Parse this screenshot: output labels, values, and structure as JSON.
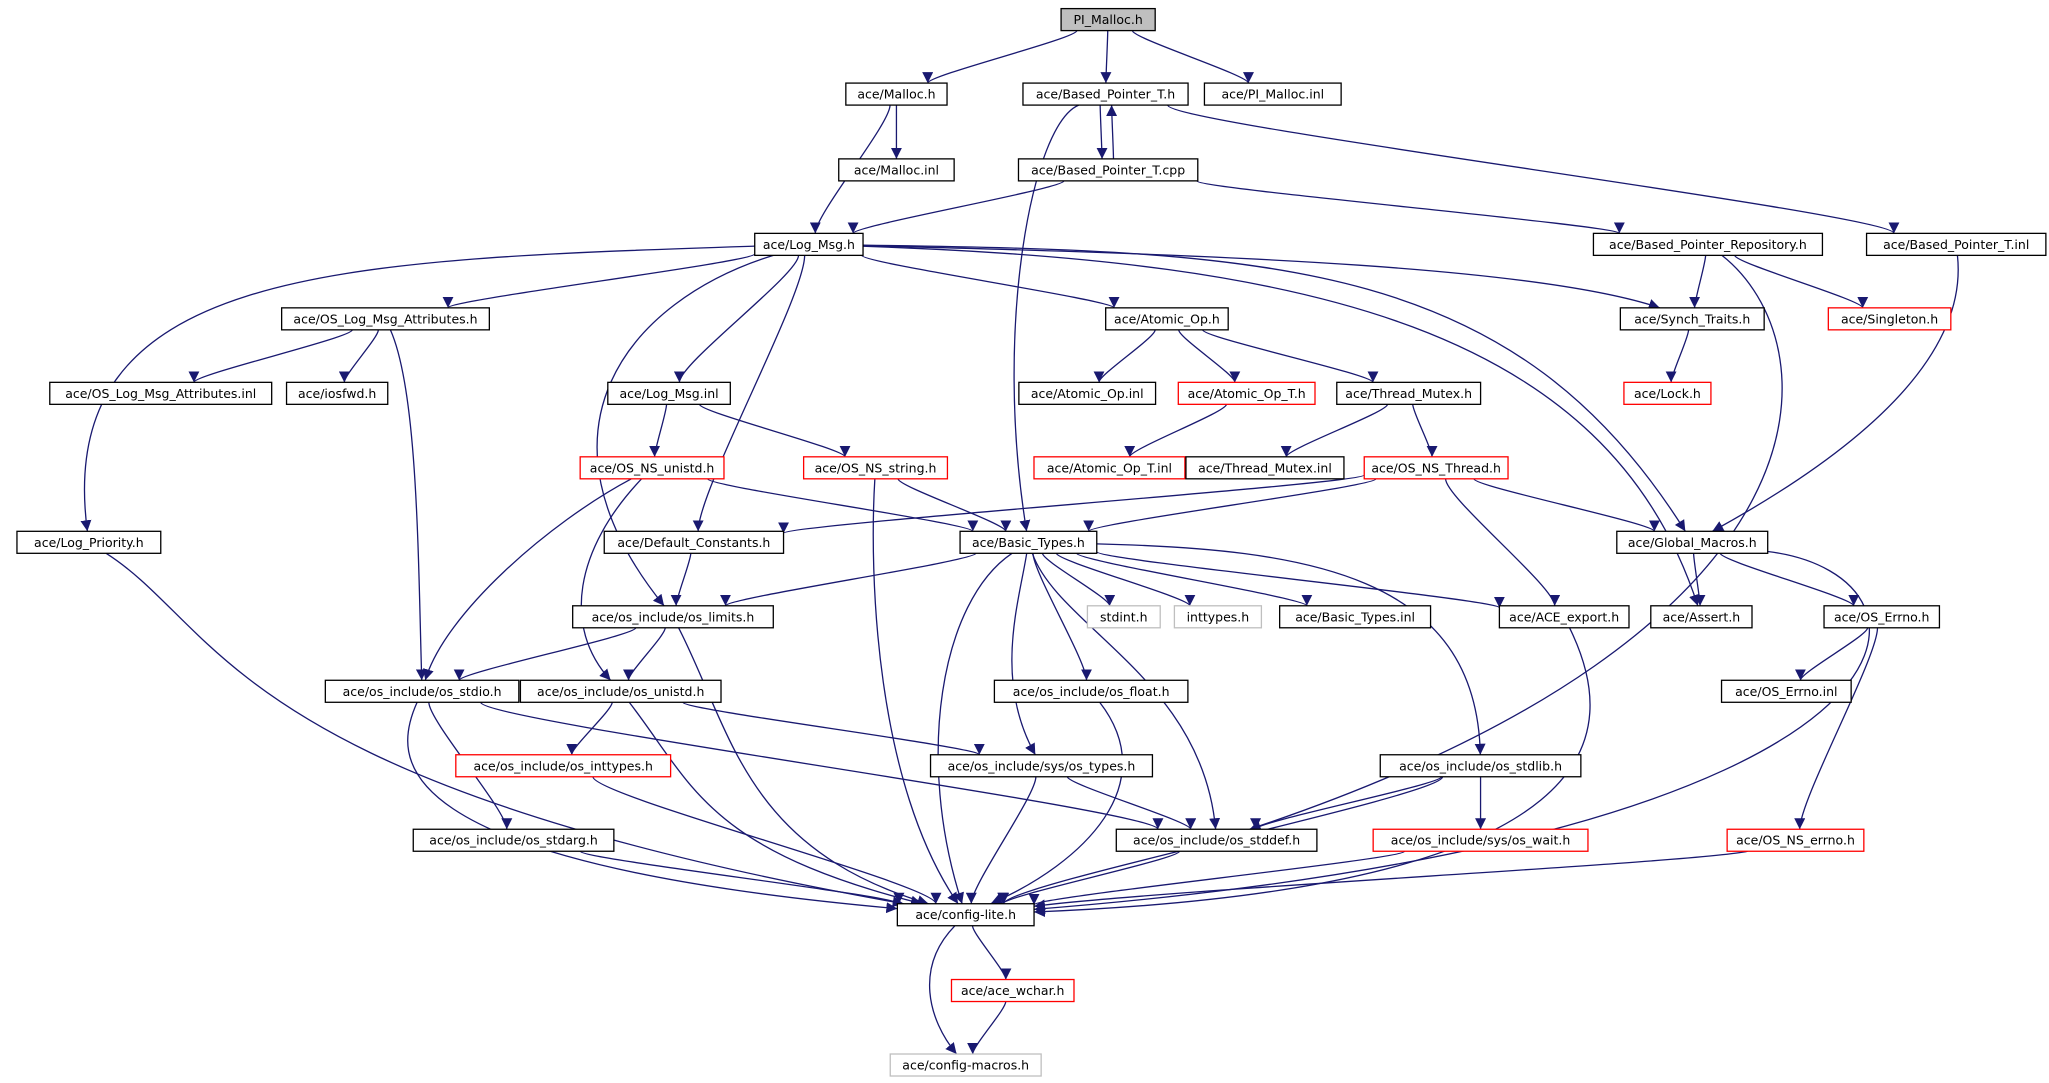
{
  "colors": {
    "edge": "#191970",
    "normal_border": "#000000",
    "red_border": "#ff0000",
    "grey_border": "#bfbfbf",
    "root_fill": "#bfbfbf",
    "fill": "#ffffff"
  },
  "nodes": [
    {
      "id": "pi_malloc_h",
      "label": "PI_Malloc.h",
      "style": "root"
    },
    {
      "id": "malloc_h",
      "label": "ace/Malloc.h",
      "style": "normal"
    },
    {
      "id": "based_pointer_t_h",
      "label": "ace/Based_Pointer_T.h",
      "style": "normal"
    },
    {
      "id": "pi_malloc_inl",
      "label": "ace/PI_Malloc.inl",
      "style": "normal"
    },
    {
      "id": "malloc_inl",
      "label": "ace/Malloc.inl",
      "style": "normal"
    },
    {
      "id": "based_pointer_t_cpp",
      "label": "ace/Based_Pointer_T.cpp",
      "style": "normal"
    },
    {
      "id": "log_msg_h",
      "label": "ace/Log_Msg.h",
      "style": "normal"
    },
    {
      "id": "based_pointer_repository_h",
      "label": "ace/Based_Pointer_Repository.h",
      "style": "normal"
    },
    {
      "id": "based_pointer_t_inl",
      "label": "ace/Based_Pointer_T.inl",
      "style": "normal"
    },
    {
      "id": "os_log_msg_attributes_h",
      "label": "ace/OS_Log_Msg_Attributes.h",
      "style": "normal"
    },
    {
      "id": "atomic_op_h",
      "label": "ace/Atomic_Op.h",
      "style": "normal"
    },
    {
      "id": "synch_traits_h",
      "label": "ace/Synch_Traits.h",
      "style": "normal"
    },
    {
      "id": "singleton_h",
      "label": "ace/Singleton.h",
      "style": "red"
    },
    {
      "id": "os_log_msg_attributes_inl",
      "label": "ace/OS_Log_Msg_Attributes.inl",
      "style": "normal"
    },
    {
      "id": "iosfwd_h",
      "label": "ace/iosfwd.h",
      "style": "normal"
    },
    {
      "id": "log_msg_inl",
      "label": "ace/Log_Msg.inl",
      "style": "normal"
    },
    {
      "id": "atomic_op_inl",
      "label": "ace/Atomic_Op.inl",
      "style": "normal"
    },
    {
      "id": "atomic_op_t_h",
      "label": "ace/Atomic_Op_T.h",
      "style": "red"
    },
    {
      "id": "thread_mutex_h",
      "label": "ace/Thread_Mutex.h",
      "style": "normal"
    },
    {
      "id": "lock_h",
      "label": "ace/Lock.h",
      "style": "red"
    },
    {
      "id": "os_ns_unistd_h",
      "label": "ace/OS_NS_unistd.h",
      "style": "red"
    },
    {
      "id": "os_ns_string_h",
      "label": "ace/OS_NS_string.h",
      "style": "red"
    },
    {
      "id": "atomic_op_t_inl",
      "label": "ace/Atomic_Op_T.inl",
      "style": "red"
    },
    {
      "id": "thread_mutex_inl",
      "label": "ace/Thread_Mutex.inl",
      "style": "normal"
    },
    {
      "id": "os_ns_thread_h",
      "label": "ace/OS_NS_Thread.h",
      "style": "red"
    },
    {
      "id": "log_priority_h",
      "label": "ace/Log_Priority.h",
      "style": "normal"
    },
    {
      "id": "default_constants_h",
      "label": "ace/Default_Constants.h",
      "style": "normal"
    },
    {
      "id": "basic_types_h",
      "label": "ace/Basic_Types.h",
      "style": "normal"
    },
    {
      "id": "global_macros_h",
      "label": "ace/Global_Macros.h",
      "style": "normal"
    },
    {
      "id": "os_limits_h",
      "label": "ace/os_include/os_limits.h",
      "style": "normal"
    },
    {
      "id": "stdint_h",
      "label": "stdint.h",
      "style": "grey"
    },
    {
      "id": "inttypes_h",
      "label": "inttypes.h",
      "style": "grey"
    },
    {
      "id": "basic_types_inl",
      "label": "ace/Basic_Types.inl",
      "style": "normal"
    },
    {
      "id": "ace_export_h",
      "label": "ace/ACE_export.h",
      "style": "normal"
    },
    {
      "id": "assert_h",
      "label": "ace/Assert.h",
      "style": "normal"
    },
    {
      "id": "os_errno_h",
      "label": "ace/OS_Errno.h",
      "style": "normal"
    },
    {
      "id": "os_stdio_h",
      "label": "ace/os_include/os_stdio.h",
      "style": "normal"
    },
    {
      "id": "os_unistd_h",
      "label": "ace/os_include/os_unistd.h",
      "style": "normal"
    },
    {
      "id": "os_float_h",
      "label": "ace/os_include/os_float.h",
      "style": "normal"
    },
    {
      "id": "os_errno_inl",
      "label": "ace/OS_Errno.inl",
      "style": "normal"
    },
    {
      "id": "os_inttypes_h",
      "label": "ace/os_include/os_inttypes.h",
      "style": "red"
    },
    {
      "id": "os_types_h",
      "label": "ace/os_include/sys/os_types.h",
      "style": "normal"
    },
    {
      "id": "os_stdlib_h",
      "label": "ace/os_include/os_stdlib.h",
      "style": "normal"
    },
    {
      "id": "os_stdarg_h",
      "label": "ace/os_include/os_stdarg.h",
      "style": "normal"
    },
    {
      "id": "os_stddef_h",
      "label": "ace/os_include/os_stddef.h",
      "style": "normal"
    },
    {
      "id": "os_wait_h",
      "label": "ace/os_include/sys/os_wait.h",
      "style": "red"
    },
    {
      "id": "os_ns_errno_h",
      "label": "ace/OS_NS_errno.h",
      "style": "red"
    },
    {
      "id": "config_lite_h",
      "label": "ace/config-lite.h",
      "style": "normal"
    },
    {
      "id": "ace_wchar_h",
      "label": "ace/ace_wchar.h",
      "style": "red"
    },
    {
      "id": "config_macros_h",
      "label": "ace/config-macros.h",
      "style": "grey"
    }
  ],
  "edges": [
    [
      "pi_malloc_h",
      "malloc_h"
    ],
    [
      "pi_malloc_h",
      "based_pointer_t_h"
    ],
    [
      "pi_malloc_h",
      "pi_malloc_inl"
    ],
    [
      "malloc_h",
      "malloc_inl"
    ],
    [
      "malloc_h",
      "log_msg_h"
    ],
    [
      "based_pointer_t_h",
      "based_pointer_t_cpp"
    ],
    [
      "based_pointer_t_cpp",
      "based_pointer_t_h"
    ],
    [
      "based_pointer_t_h",
      "basic_types_h"
    ],
    [
      "based_pointer_t_h",
      "based_pointer_t_inl"
    ],
    [
      "based_pointer_t_cpp",
      "log_msg_h"
    ],
    [
      "based_pointer_t_cpp",
      "based_pointer_repository_h"
    ],
    [
      "log_msg_h",
      "os_log_msg_attributes_h"
    ],
    [
      "log_msg_h",
      "log_priority_h"
    ],
    [
      "log_msg_h",
      "log_msg_inl"
    ],
    [
      "log_msg_h",
      "default_constants_h"
    ],
    [
      "log_msg_h",
      "os_limits_h"
    ],
    [
      "log_msg_h",
      "atomic_op_h"
    ],
    [
      "log_msg_h",
      "synch_traits_h"
    ],
    [
      "log_msg_h",
      "global_macros_h"
    ],
    [
      "log_msg_h",
      "assert_h"
    ],
    [
      "based_pointer_repository_h",
      "synch_traits_h"
    ],
    [
      "based_pointer_repository_h",
      "singleton_h"
    ],
    [
      "based_pointer_repository_h",
      "os_stddef_h"
    ],
    [
      "based_pointer_t_inl",
      "global_macros_h"
    ],
    [
      "os_log_msg_attributes_h",
      "os_log_msg_attributes_inl"
    ],
    [
      "os_log_msg_attributes_h",
      "iosfwd_h"
    ],
    [
      "os_log_msg_attributes_h",
      "os_stdio_h"
    ],
    [
      "atomic_op_h",
      "atomic_op_inl"
    ],
    [
      "atomic_op_h",
      "atomic_op_t_h"
    ],
    [
      "atomic_op_h",
      "thread_mutex_h"
    ],
    [
      "synch_traits_h",
      "lock_h"
    ],
    [
      "log_msg_inl",
      "os_ns_unistd_h"
    ],
    [
      "log_msg_inl",
      "os_ns_string_h"
    ],
    [
      "atomic_op_t_h",
      "atomic_op_t_inl"
    ],
    [
      "thread_mutex_h",
      "thread_mutex_inl"
    ],
    [
      "thread_mutex_h",
      "os_ns_thread_h"
    ],
    [
      "os_ns_unistd_h",
      "basic_types_h"
    ],
    [
      "os_ns_unistd_h",
      "os_stdio_h"
    ],
    [
      "os_ns_unistd_h",
      "os_unistd_h"
    ],
    [
      "os_ns_string_h",
      "basic_types_h"
    ],
    [
      "os_ns_string_h",
      "config_lite_h"
    ],
    [
      "os_ns_thread_h",
      "default_constants_h"
    ],
    [
      "os_ns_thread_h",
      "basic_types_h"
    ],
    [
      "os_ns_thread_h",
      "global_macros_h"
    ],
    [
      "os_ns_thread_h",
      "ace_export_h"
    ],
    [
      "log_priority_h",
      "config_lite_h"
    ],
    [
      "default_constants_h",
      "os_limits_h"
    ],
    [
      "basic_types_h",
      "os_limits_h"
    ],
    [
      "basic_types_h",
      "stdint_h"
    ],
    [
      "basic_types_h",
      "inttypes_h"
    ],
    [
      "basic_types_h",
      "basic_types_inl"
    ],
    [
      "basic_types_h",
      "ace_export_h"
    ],
    [
      "basic_types_h",
      "os_float_h"
    ],
    [
      "basic_types_h",
      "os_types_h"
    ],
    [
      "basic_types_h",
      "os_stdlib_h"
    ],
    [
      "basic_types_h",
      "os_stddef_h"
    ],
    [
      "basic_types_h",
      "config_lite_h"
    ],
    [
      "global_macros_h",
      "assert_h"
    ],
    [
      "global_macros_h",
      "os_errno_h"
    ],
    [
      "global_macros_h",
      "config_lite_h"
    ],
    [
      "os_limits_h",
      "os_stdio_h"
    ],
    [
      "os_limits_h",
      "os_unistd_h"
    ],
    [
      "os_limits_h",
      "config_lite_h"
    ],
    [
      "ace_export_h",
      "config_lite_h"
    ],
    [
      "os_errno_h",
      "os_errno_inl"
    ],
    [
      "os_errno_h",
      "os_ns_errno_h"
    ],
    [
      "os_stdio_h",
      "os_stdarg_h"
    ],
    [
      "os_stdio_h",
      "os_stddef_h"
    ],
    [
      "os_stdio_h",
      "config_lite_h"
    ],
    [
      "os_unistd_h",
      "os_inttypes_h"
    ],
    [
      "os_unistd_h",
      "os_types_h"
    ],
    [
      "os_unistd_h",
      "config_lite_h"
    ],
    [
      "os_float_h",
      "config_lite_h"
    ],
    [
      "os_inttypes_h",
      "config_lite_h"
    ],
    [
      "os_types_h",
      "os_stddef_h"
    ],
    [
      "os_types_h",
      "config_lite_h"
    ],
    [
      "os_stdlib_h",
      "os_stddef_h"
    ],
    [
      "os_stdlib_h",
      "os_wait_h"
    ],
    [
      "os_stdlib_h",
      "config_lite_h"
    ],
    [
      "os_stdarg_h",
      "config_lite_h"
    ],
    [
      "os_stddef_h",
      "config_lite_h"
    ],
    [
      "os_wait_h",
      "config_lite_h"
    ],
    [
      "os_ns_errno_h",
      "config_lite_h"
    ],
    [
      "config_lite_h",
      "ace_wchar_h"
    ],
    [
      "config_lite_h",
      "config_macros_h"
    ],
    [
      "ace_wchar_h",
      "config_macros_h"
    ]
  ]
}
